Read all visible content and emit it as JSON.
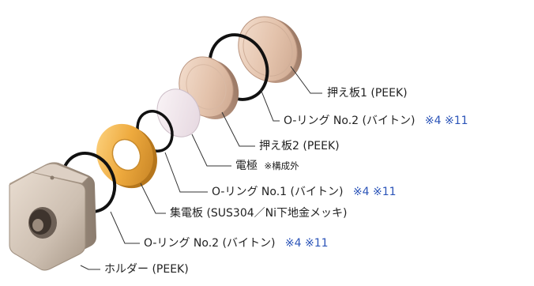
{
  "labels": {
    "press_plate_1": "押え板1 (PEEK)",
    "o_ring_no2_top": "O-リング No.2 (バイトン)",
    "o_ring_no2_top_note": "※4 ※11",
    "press_plate_2": "押え板2 (PEEK)",
    "electrode": "電極",
    "electrode_note": "※構成外",
    "o_ring_no1": "O-リング No.1 (バイトン)",
    "o_ring_no1_note": "※4 ※11",
    "collector_plate": "集電板 (SUS304／Ni下地金メッキ)",
    "o_ring_no2_bottom": "O-リング No.2 (バイトン)",
    "o_ring_no2_bottom_note": "※4 ※11",
    "holder": "ホルダー (PEEK)"
  },
  "colors": {
    "peek": "#e3c2ab",
    "peek_dark": "#a88572",
    "holder": "#cdbfb1",
    "holder_dark": "#8c7d6f",
    "gold": "#e8a53a",
    "gold_dark": "#b5761c",
    "electrode": "#efe4ea",
    "o_ring": "#111111",
    "leader": "#333333",
    "note": "#2b54b8"
  }
}
